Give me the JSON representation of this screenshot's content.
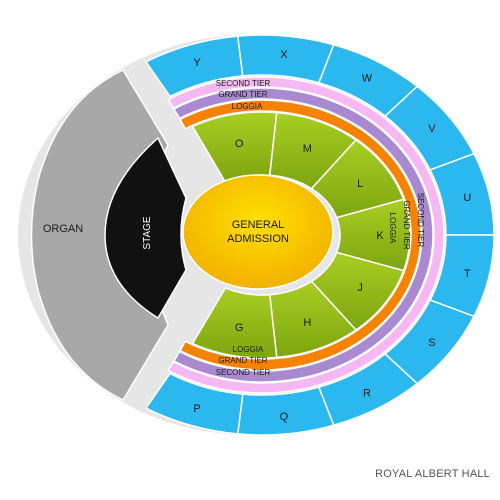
{
  "venue": {
    "name": "ROYAL ALBERT HALL"
  },
  "areas": {
    "organ": "ORGAN",
    "stage": "STAGE",
    "general_admission_line1": "GENERAL",
    "general_admission_line2": "ADMISSION",
    "second_tier": "SECOND TIER",
    "grand_tier": "GRAND TIER",
    "loggia": "LOGGIA"
  },
  "outer_sections": [
    "Y",
    "X",
    "W",
    "V",
    "U",
    "T",
    "S",
    "R",
    "Q",
    "P"
  ],
  "inner_sections": [
    "O",
    "M",
    "L",
    "K",
    "J",
    "H",
    "G"
  ],
  "colors": {
    "outer_blue": "#2ab8ee",
    "second_tier": "#f5b8f2",
    "grand_tier": "#a98ad0",
    "loggia": "#f58200",
    "inner_green": "#9cc41c",
    "general_admission": "#f7c200",
    "stage": "#111111",
    "organ": "#a8a8a8",
    "hall_base": "#e6e6e6"
  }
}
